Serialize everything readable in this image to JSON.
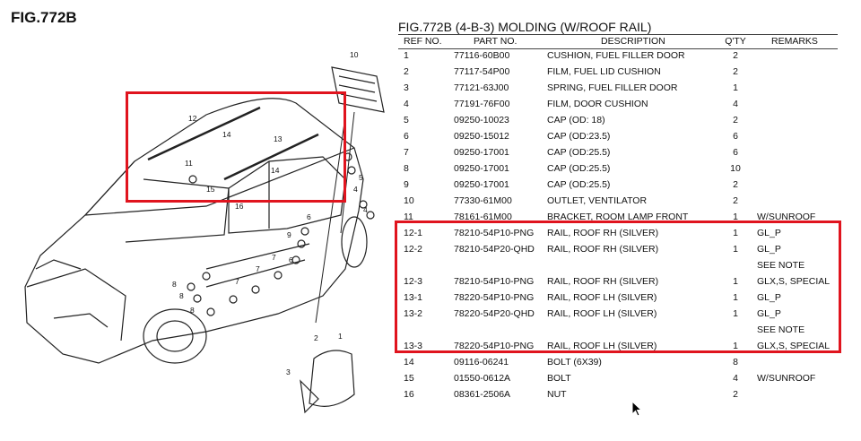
{
  "figure": {
    "label": "FIG.772B"
  },
  "table": {
    "title": "FIG.772B (4-B-3) MOLDING (W/ROOF RAIL)",
    "headers": {
      "ref": "REF NO.",
      "part": "PART NO.",
      "desc": "DESCRIPTION",
      "qty": "Q'TY",
      "remarks": "REMARKS"
    },
    "rows": [
      {
        "ref": "1",
        "part": "77116-60B00",
        "desc": "CUSHION, FUEL FILLER DOOR",
        "qty": "2",
        "remarks": ""
      },
      {
        "ref": "2",
        "part": "77117-54P00",
        "desc": "FILM, FUEL LID CUSHION",
        "qty": "2",
        "remarks": ""
      },
      {
        "ref": "3",
        "part": "77121-63J00",
        "desc": "SPRING, FUEL FILLER DOOR",
        "qty": "1",
        "remarks": ""
      },
      {
        "ref": "4",
        "part": "77191-76F00",
        "desc": "FILM, DOOR CUSHION",
        "qty": "4",
        "remarks": ""
      },
      {
        "ref": "5",
        "part": "09250-10023",
        "desc": "CAP (OD: 18)",
        "qty": "2",
        "remarks": ""
      },
      {
        "ref": "6",
        "part": "09250-15012",
        "desc": "CAP (OD:23.5)",
        "qty": "6",
        "remarks": ""
      },
      {
        "ref": "7",
        "part": "09250-17001",
        "desc": "CAP (OD:25.5)",
        "qty": "6",
        "remarks": ""
      },
      {
        "ref": "8",
        "part": "09250-17001",
        "desc": "CAP (OD:25.5)",
        "qty": "10",
        "remarks": ""
      },
      {
        "ref": "9",
        "part": "09250-17001",
        "desc": "CAP (OD:25.5)",
        "qty": "2",
        "remarks": ""
      },
      {
        "ref": "10",
        "part": "77330-61M00",
        "desc": "OUTLET, VENTILATOR",
        "qty": "2",
        "remarks": ""
      },
      {
        "ref": "11",
        "part": "78161-61M00",
        "desc": "BRACKET, ROOM LAMP FRONT",
        "qty": "1",
        "remarks": "W/SUNROOF"
      },
      {
        "ref": "12-1",
        "part": "78210-54P10-PNG",
        "desc": "RAIL, ROOF RH (SILVER)",
        "qty": "1",
        "remarks": "GL_P"
      },
      {
        "ref": "12-2",
        "part": "78210-54P20-QHD",
        "desc": "RAIL, ROOF RH (SILVER)",
        "qty": "1",
        "remarks": "GL_P"
      },
      {
        "ref": "",
        "part": "",
        "desc": "",
        "qty": "",
        "remarks": "SEE NOTE"
      },
      {
        "ref": "12-3",
        "part": "78210-54P10-PNG",
        "desc": "RAIL, ROOF RH (SILVER)",
        "qty": "1",
        "remarks": "GLX,S, SPECIAL"
      },
      {
        "ref": "13-1",
        "part": "78220-54P10-PNG",
        "desc": "RAIL, ROOF LH (SILVER)",
        "qty": "1",
        "remarks": "GL_P"
      },
      {
        "ref": "13-2",
        "part": "78220-54P20-QHD",
        "desc": "RAIL, ROOF LH (SILVER)",
        "qty": "1",
        "remarks": "GL_P"
      },
      {
        "ref": "",
        "part": "",
        "desc": "",
        "qty": "",
        "remarks": "SEE NOTE"
      },
      {
        "ref": "13-3",
        "part": "78220-54P10-PNG",
        "desc": "RAIL, ROOF LH (SILVER)",
        "qty": "1",
        "remarks": "GLX,S, SPECIAL"
      },
      {
        "ref": "14",
        "part": "09116-06241",
        "desc": "BOLT (6X39)",
        "qty": "8",
        "remarks": ""
      },
      {
        "ref": "15",
        "part": "01550-0612A",
        "desc": "BOLT",
        "qty": "4",
        "remarks": "W/SUNROOF"
      },
      {
        "ref": "16",
        "part": "08361-2506A",
        "desc": "NUT",
        "qty": "2",
        "remarks": ""
      }
    ]
  },
  "diagram": {
    "callouts": [
      "1",
      "2",
      "3",
      "4",
      "4",
      "5",
      "6",
      "6",
      "7",
      "7",
      "7",
      "8",
      "8",
      "8",
      "9",
      "10",
      "11",
      "12",
      "13",
      "14",
      "14",
      "15",
      "16"
    ]
  },
  "highlight_color": "#e0141e"
}
